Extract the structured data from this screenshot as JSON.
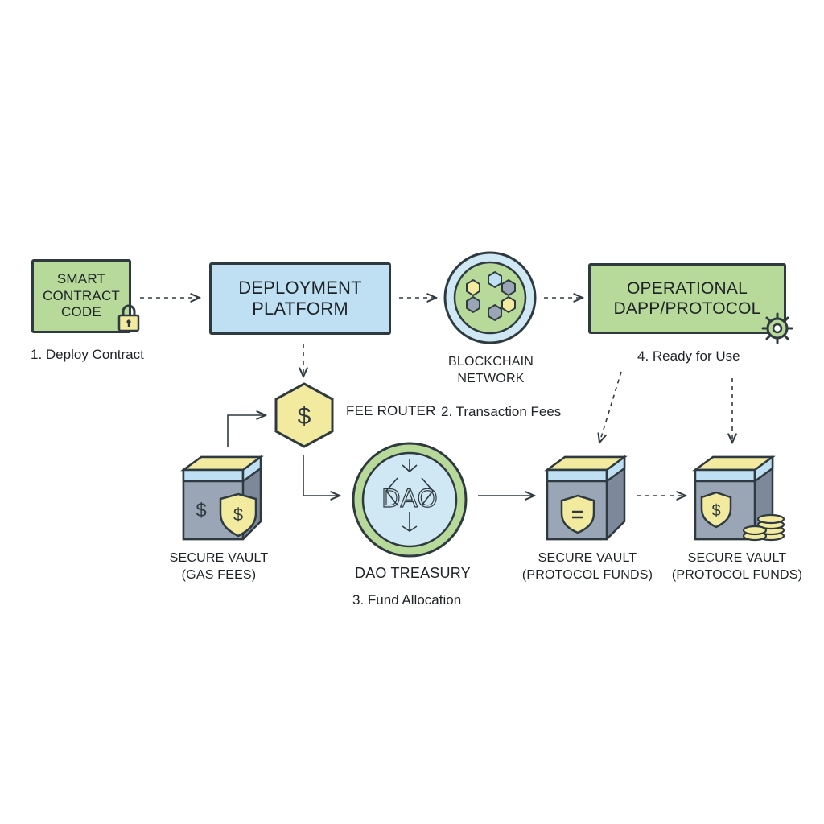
{
  "colors": {
    "stroke": "#2f3a40",
    "green": "#b7d99a",
    "blue": "#bfe0f2",
    "yellow": "#f2ea9e",
    "slate": "#9aa6b6",
    "slate_dark": "#7d889a",
    "ring": "#cfe8f3"
  },
  "nodes": {
    "smart_contract": {
      "lines": [
        "SMART",
        "CONTRACT",
        "CODE"
      ]
    },
    "deployment_platform": {
      "lines": [
        "DEPLOYMENT",
        "PLATFORM"
      ]
    },
    "blockchain_network": {
      "lines": [
        "BLOCKCHAIN",
        "NETWORK"
      ]
    },
    "operational_dapp": {
      "lines": [
        "OPERATIONAL",
        "DAPP/PROTOCOL"
      ]
    },
    "fee_router": {
      "label": "FEE ROUTER",
      "symbol": "$"
    },
    "vault_gas": {
      "lines": [
        "SECURE VAULT",
        "(GAS FEES)"
      ],
      "symbol": "$"
    },
    "dao_treasury": {
      "label": "DAO TREASURY",
      "logo": "DAO"
    },
    "vault_protocol_1": {
      "lines": [
        "SECURE VAULT",
        "(PROTOCOL FUNDS)"
      ]
    },
    "vault_protocol_2": {
      "lines": [
        "SECURE VAULT",
        "(PROTOCOL FUNDS)"
      ]
    }
  },
  "steps": {
    "step1": "1. Deploy Contract",
    "step2": "2. Transaction Fees",
    "step3": "3. Fund Allocation",
    "step4": "4. Ready for Use"
  },
  "icons": {
    "lock": "padlock-icon",
    "gear": "gear-icon",
    "shield": "shield-icon",
    "coins": "coin-stack-icon",
    "hexagon": "hexagon-icon",
    "dao": "dao-logo"
  }
}
